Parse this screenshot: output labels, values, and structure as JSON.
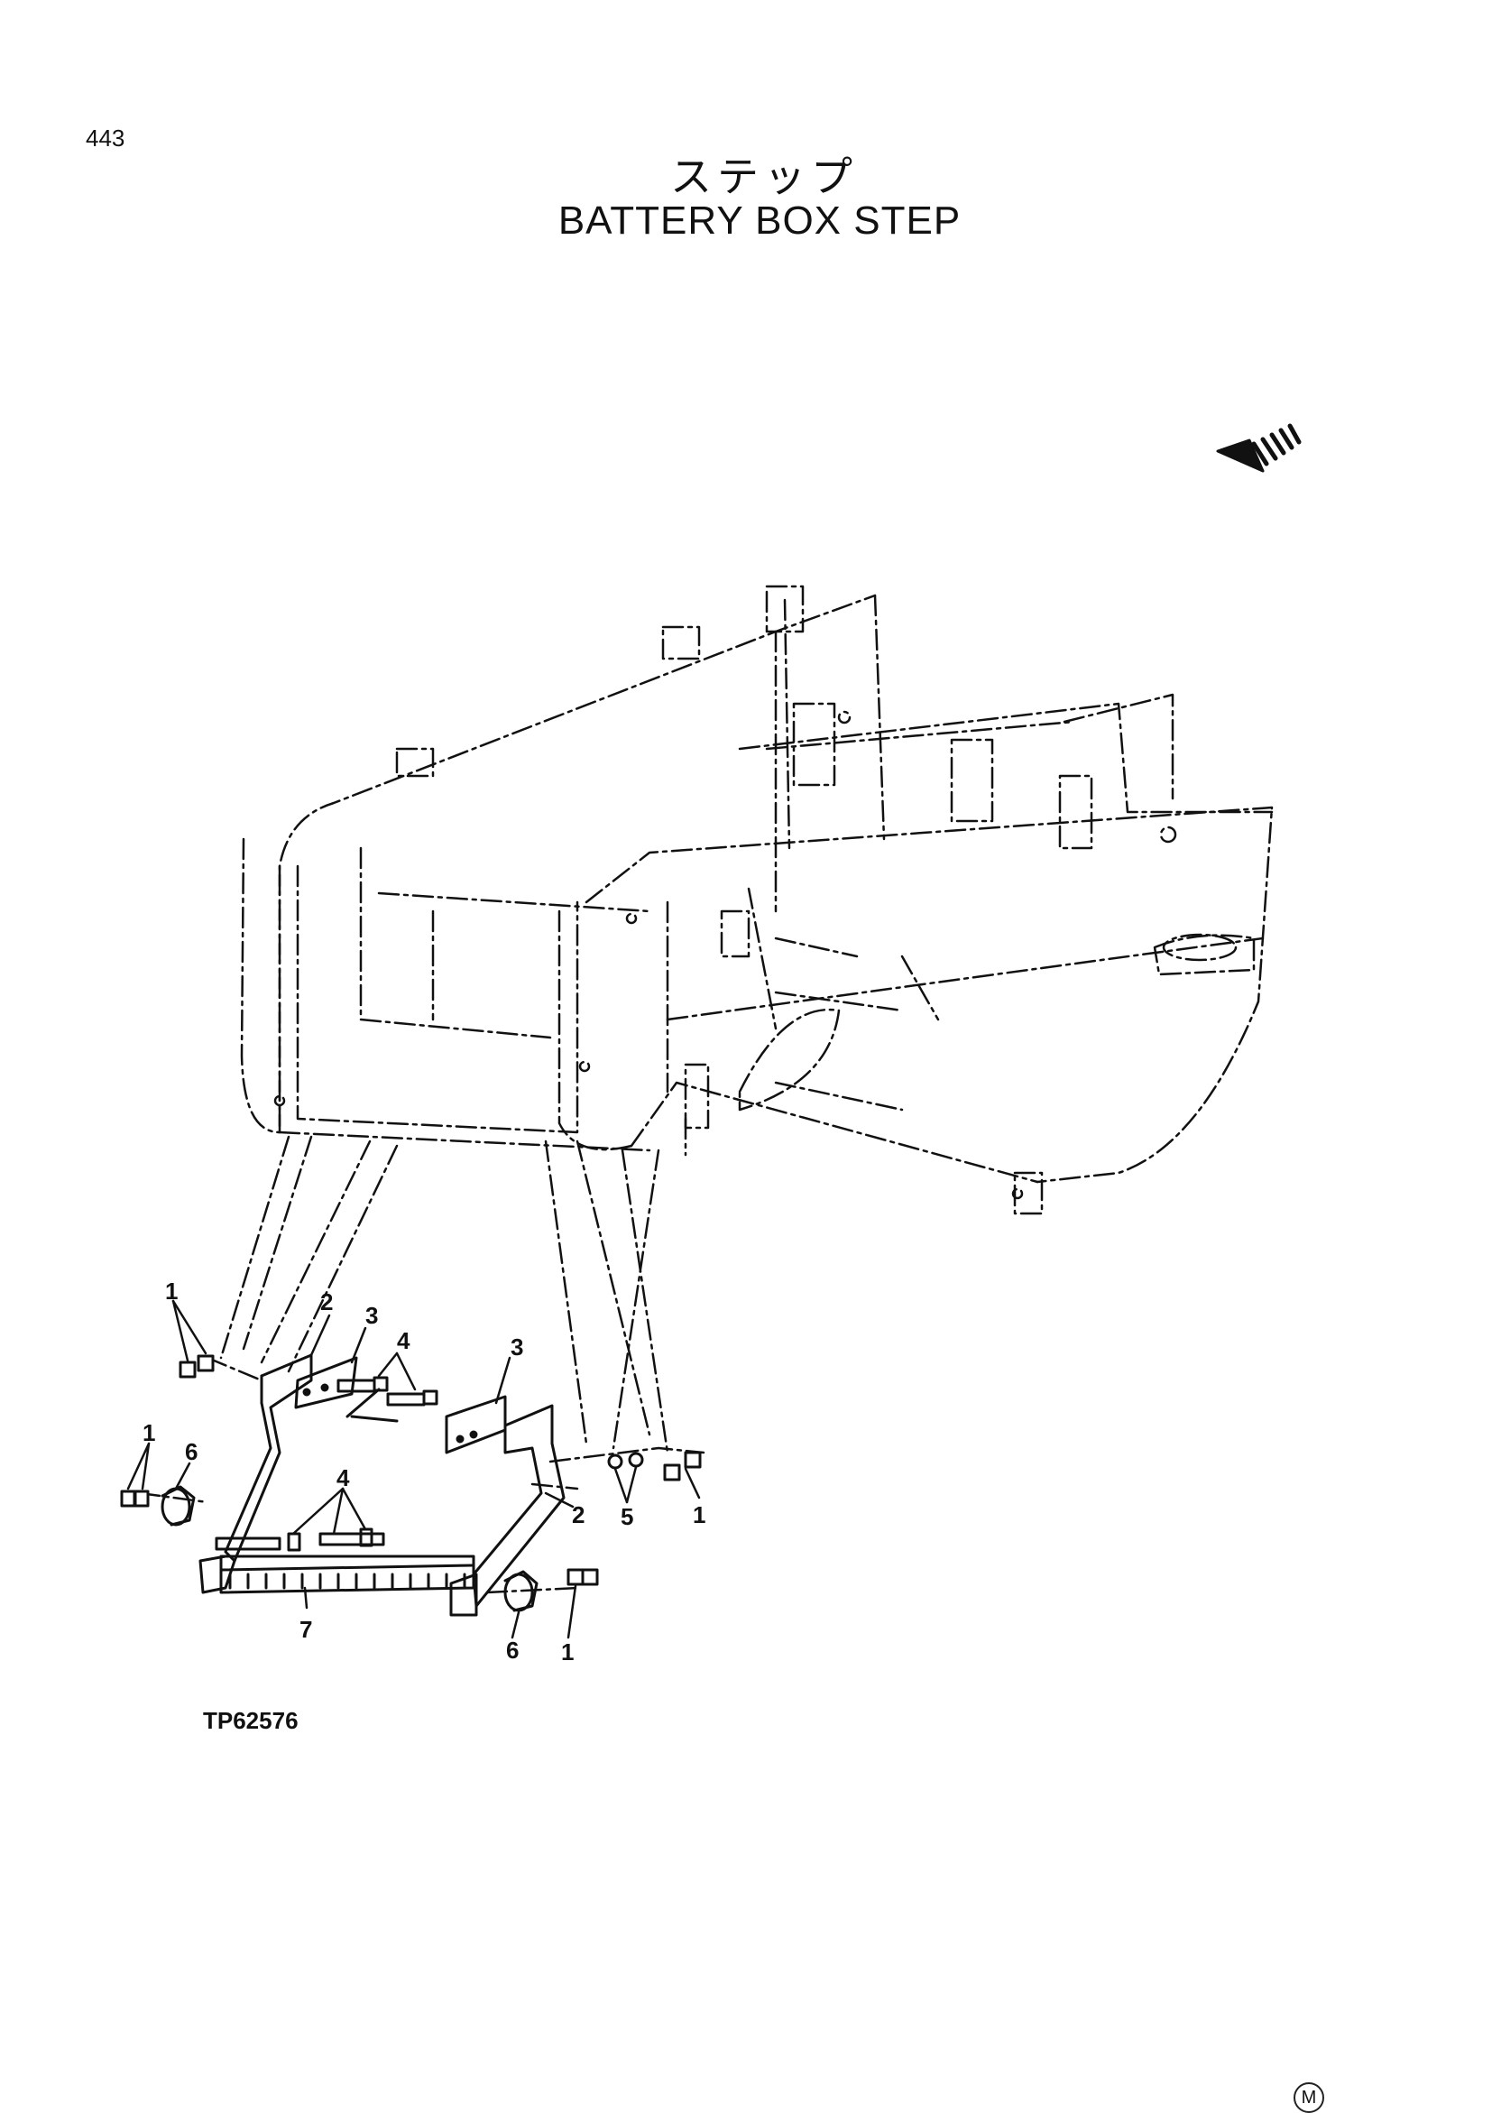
{
  "page": {
    "number": "443",
    "title_jp": "ステップ",
    "title_en": "BATTERY BOX STEP",
    "figure_code": "TP62576",
    "mark": "M"
  },
  "callouts": [
    "1",
    "2",
    "3",
    "4",
    "3",
    "1",
    "6",
    "4",
    "2",
    "5",
    "1",
    "7",
    "6",
    "1"
  ]
}
